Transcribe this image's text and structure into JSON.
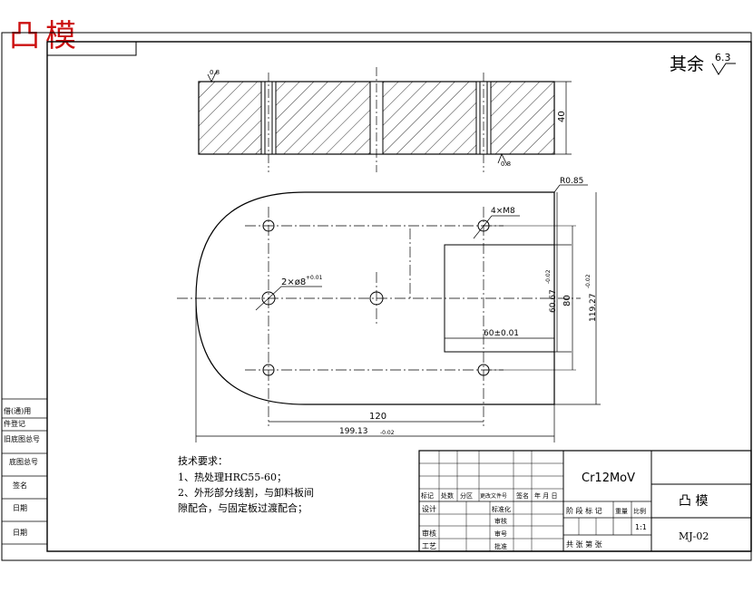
{
  "header": {
    "title": "凸模",
    "surface_finish_prefix": "其余",
    "surface_finish_value": "6.3"
  },
  "section_view": {
    "roughness_top": "0.8",
    "roughness_bottom": "0.8",
    "height_dim": "40"
  },
  "plan_view": {
    "corner_label": "R0.85",
    "thread_label": "4×M8",
    "pin_label": "2×ø8",
    "pin_tol": "+0.01",
    "pocket_width": "60±0.01",
    "pocket_height": "60.67",
    "pocket_height_tol": "-0.02",
    "inner_height": "80",
    "outer_height": "119.27",
    "outer_height_tol": "-0.02",
    "hole_spacing": "120",
    "overall_length": "199.13",
    "overall_tol": "-0.02"
  },
  "tech": {
    "title": "技术要求：",
    "line1": "1、热处理HRC55-60；",
    "line2": "2、外形部分线割，与卸料板间",
    "line3": "隙配合，与固定板过渡配合；"
  },
  "left_column": {
    "items": [
      "借(通)用",
      "件登记",
      "旧底图总号",
      "底图总号",
      "签名",
      "日期",
      "日期"
    ]
  },
  "title_block": {
    "material": "Cr12MoV",
    "part_name": "凸 模",
    "drawing_no": "MJ-02",
    "scale": "1:1",
    "headers": [
      "标记",
      "处数",
      "分区",
      "更改文件号",
      "签名",
      "年 月 日"
    ],
    "stage_headers": [
      "阶 段 标 记",
      "重量",
      "比例"
    ],
    "sheet_text": "共  张   第  张",
    "rows": [
      {
        "left": "设计",
        "mid": "标准化"
      },
      {
        "left": "",
        "mid": "审核"
      },
      {
        "left": "审核",
        "mid": "审号"
      },
      {
        "left": "工艺",
        "mid": "批准"
      }
    ]
  }
}
